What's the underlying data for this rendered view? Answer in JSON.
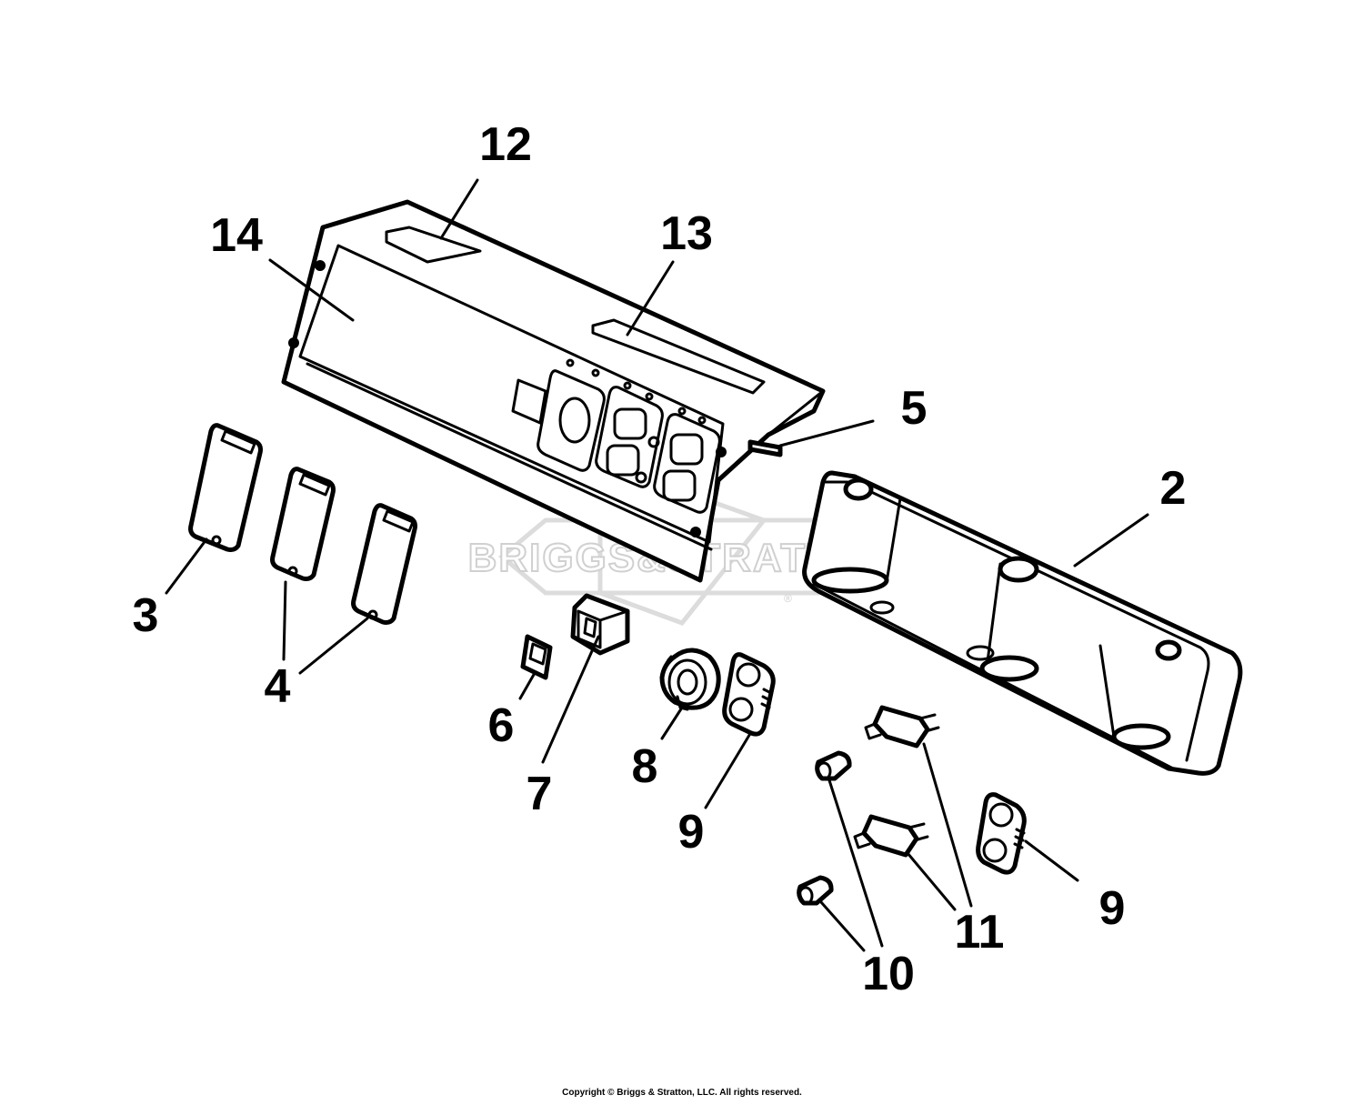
{
  "diagram": {
    "callouts": {
      "c2": "2",
      "c3": "3",
      "c4": "4",
      "c5": "5",
      "c6": "6",
      "c7": "7",
      "c8": "8",
      "c9a": "9",
      "c9b": "9",
      "c10": "10",
      "c11": "11",
      "c12": "12",
      "c13": "13",
      "c14": "14"
    },
    "watermark": "BRIGGS&STRATTON",
    "watermark_mark": "®"
  },
  "footer": {
    "copyright": "Copyright © Briggs & Stratton, LLC. All rights reserved."
  }
}
